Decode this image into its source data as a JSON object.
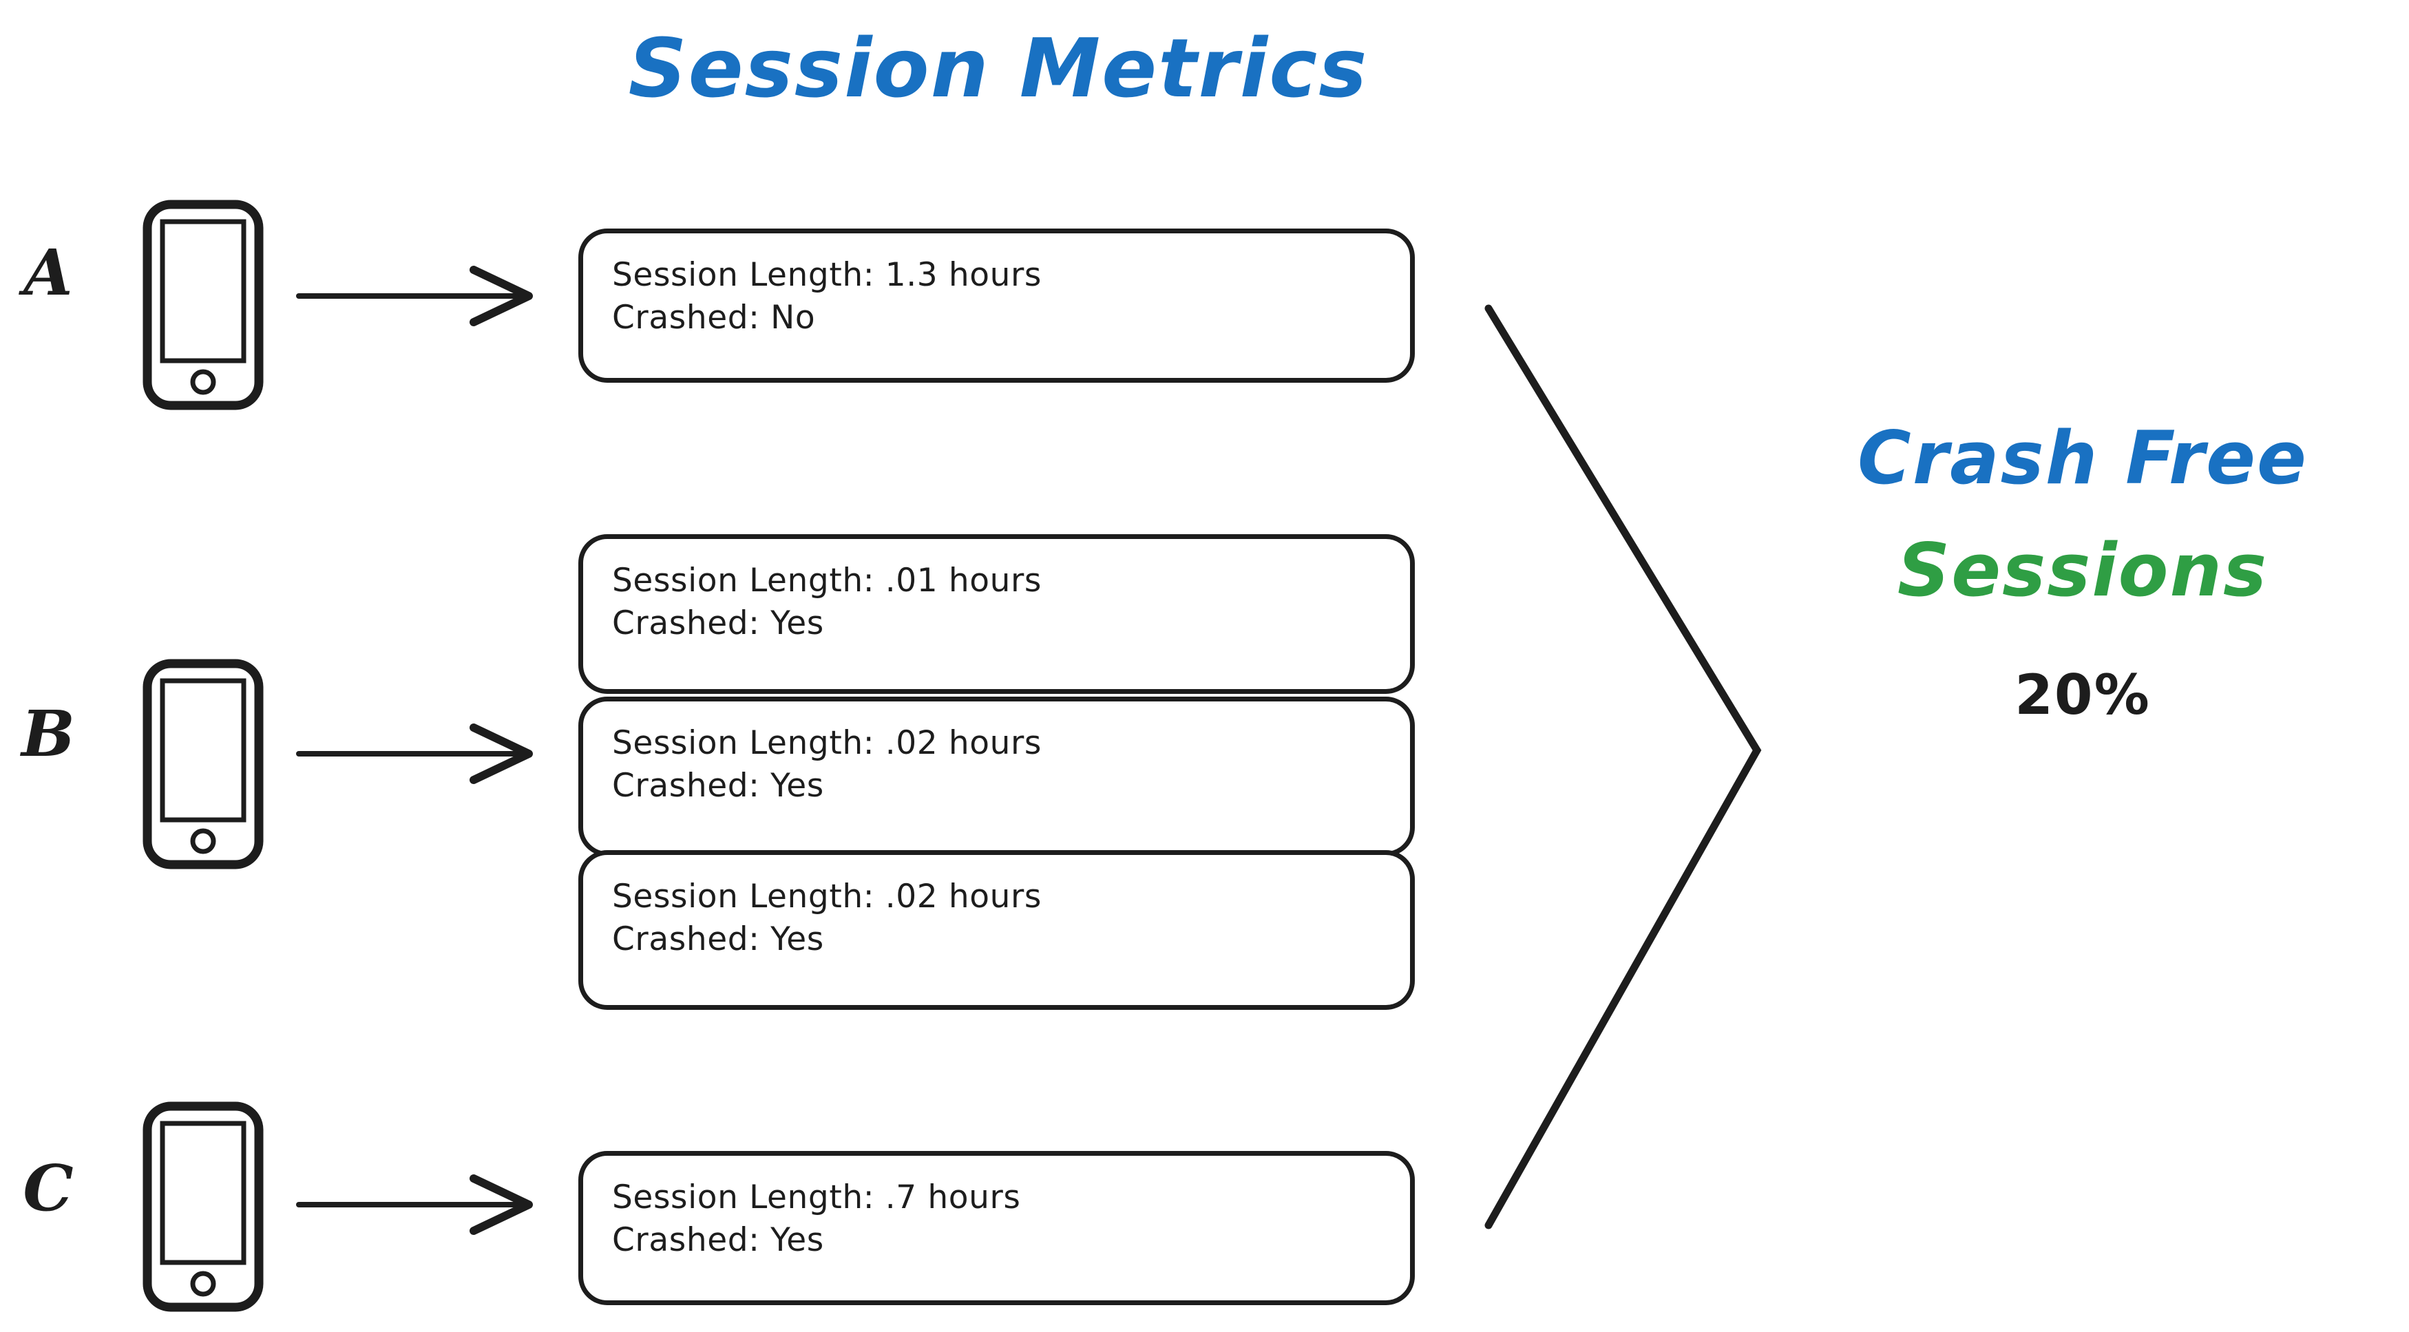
{
  "title": "Session Metrics",
  "colors": {
    "blue": "#1971c2",
    "green": "#2f9e44",
    "ink": "#1d1d1d",
    "background": "#ffffff"
  },
  "devices": [
    {
      "label": "A",
      "icon": "mobile-phone-icon",
      "arrow": "arrow-right-icon",
      "sessions": [
        {
          "length_line": "Session Length: 1.3 hours",
          "crashed_line": "Crashed: No",
          "length": "1.3 hours",
          "crashed": "No"
        }
      ]
    },
    {
      "label": "B",
      "icon": "mobile-phone-icon",
      "arrow": "arrow-right-icon",
      "sessions": [
        {
          "length_line": "Session Length: .01 hours",
          "crashed_line": "Crashed: Yes",
          "length": ".01 hours",
          "crashed": "Yes"
        },
        {
          "length_line": "Session Length: .02 hours",
          "crashed_line": "Crashed: Yes",
          "length": ".02 hours",
          "crashed": "Yes"
        },
        {
          "length_line": "Session Length: .02 hours",
          "crashed_line": "Crashed: Yes",
          "length": ".02 hours",
          "crashed": "Yes"
        }
      ]
    },
    {
      "label": "C",
      "icon": "mobile-phone-icon",
      "arrow": "arrow-right-icon",
      "sessions": [
        {
          "length_line": "Session Length: .7 hours",
          "crashed_line": "Crashed: Yes",
          "length": ".7 hours",
          "crashed": "Yes"
        }
      ]
    }
  ],
  "bracket": {
    "name": "aggregation-bracket"
  },
  "result": {
    "line1": "Crash Free",
    "line2": "Sessions",
    "value": "20%"
  }
}
